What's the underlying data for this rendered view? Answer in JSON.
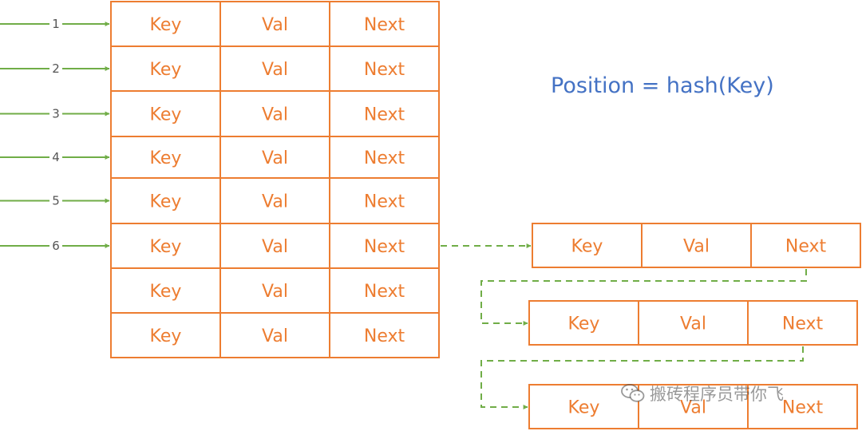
{
  "colors": {
    "cell_border": "#ed7d31",
    "cell_text": "#ed7d31",
    "arrow": "#70ad47",
    "formula": "#4472c4"
  },
  "formula": "Position = hash(Key)",
  "table": {
    "indices": [
      "1",
      "2",
      "3",
      "4",
      "5",
      "6"
    ],
    "rows": [
      [
        "Key",
        "Val",
        "Next"
      ],
      [
        "Key",
        "Val",
        "Next"
      ],
      [
        "Key",
        "Val",
        "Next"
      ],
      [
        "Key",
        "Val",
        "Next"
      ],
      [
        "Key",
        "Val",
        "Next"
      ],
      [
        "Key",
        "Val",
        "Next"
      ],
      [
        "Key",
        "Val",
        "Next"
      ],
      [
        "Key",
        "Val",
        "Next"
      ]
    ]
  },
  "chain": [
    [
      "Key",
      "Val",
      "Next"
    ],
    [
      "Key",
      "Val",
      "Next"
    ],
    [
      "Key",
      "Val",
      "Next"
    ]
  ],
  "watermark": {
    "icon": "wechat-icon",
    "text": "搬砖程序员带你飞"
  }
}
